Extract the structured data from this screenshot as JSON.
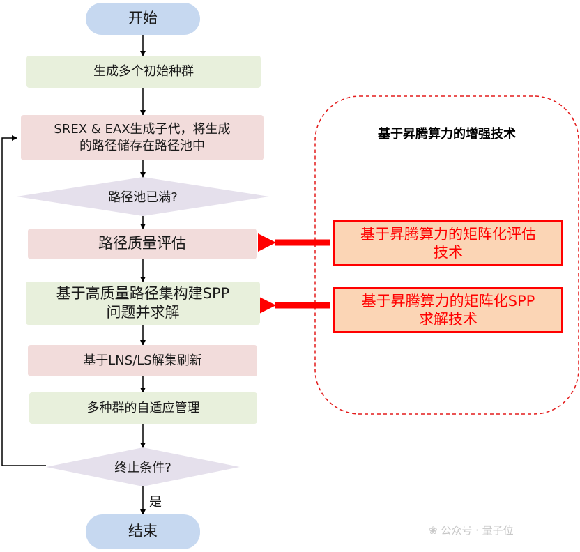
{
  "flow": {
    "start": "开始",
    "init_pop": "生成多个初始种群",
    "srex_line1": "SREX & EAX生成子代，将生成",
    "srex_line2": "的路径储存在路径池中",
    "pool_full": "路径池已满?",
    "quality_eval": "路径质量评估",
    "spp_line1": "基于高质量路径集构建SPP",
    "spp_line2": "问题并求解",
    "lns_refresh": "基于LNS/LS解集刷新",
    "adaptive_mgmt": "多种群的自适应管理",
    "stop_cond": "终止条件?",
    "yes_label": "是",
    "end": "结束"
  },
  "tech_panel": {
    "title": "基于昇腾算力的增强技术",
    "eval_line1": "基于昇腾算力的矩阵化评估",
    "eval_line2": "技术",
    "spp_line1": "基于昇腾算力的矩阵化SPP",
    "spp_line2": "求解技术"
  },
  "watermark": {
    "text": "公众号 · 量子位"
  },
  "colors": {
    "oval": "#c6d8f0",
    "green_box": "#e8f0dc",
    "pink_box": "#f2dcdb",
    "diamond": "#e5e0ec",
    "tech_fill": "#fbd5b5",
    "accent_red": "#ff0000"
  }
}
